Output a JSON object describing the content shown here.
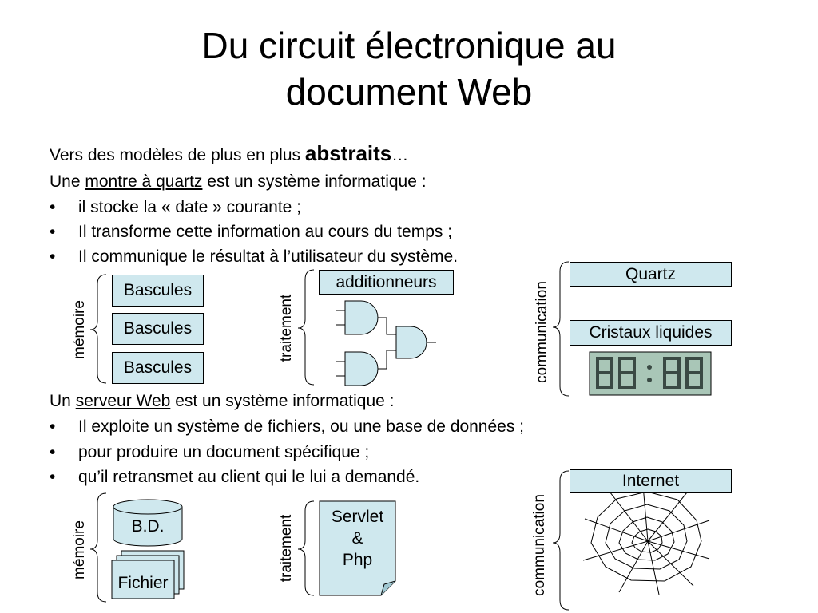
{
  "title": {
    "line1": "Du circuit électronique au",
    "line2": "document Web"
  },
  "intro": {
    "prefix": "Vers des modèles de plus en plus ",
    "emphasis": "abstraits",
    "suffix": "…"
  },
  "watch": {
    "line_prefix": "Une ",
    "link": "montre à quartz",
    "line_suffix": " est un système informatique :",
    "bullet_symbol": "•",
    "bullets": [
      "il stocke la « date » courante ;",
      "Il transforme cette information au cours du temps ;",
      "Il communique le résultat à l’utilisateur du système."
    ],
    "memory_label": "mémoire",
    "memory_boxes": [
      "Bascules",
      "Bascules",
      "Bascules"
    ],
    "processing_label": "traitement",
    "processing_box": "additionneurs",
    "communication_label": "communication",
    "communication_boxes": [
      "Quartz",
      "Cristaux liquides"
    ]
  },
  "server": {
    "line_prefix": "Un ",
    "link": "serveur Web",
    "line_suffix": " est un système informatique :",
    "bullet_symbol": "•",
    "bullets": [
      "Il exploite un système de fichiers, ou une base de données ;",
      "pour produire un document spécifique ;",
      "qu’il retransmet au client qui le lui a demandé."
    ],
    "memory_label": "mémoire",
    "db_label": "B.D.",
    "file_label": "Fichier",
    "processing_label": "traitement",
    "servlet_lines": [
      "Servlet",
      "&",
      "Php"
    ],
    "communication_label": "communication",
    "internet_box": "Internet"
  },
  "colors": {
    "box_fill": "#cfe8ee",
    "lcd_bg": "#a9c6b7",
    "lcd_segment": "#3a4a44"
  }
}
